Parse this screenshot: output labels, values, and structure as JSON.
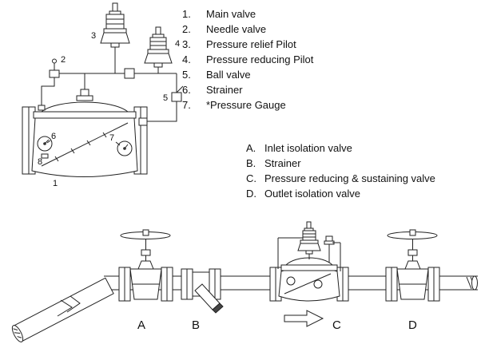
{
  "legends": {
    "components": {
      "items": [
        {
          "num": "1.",
          "label": "Main valve"
        },
        {
          "num": "2.",
          "label": "Needle valve"
        },
        {
          "num": "3.",
          "label": "Pressure relief Pilot"
        },
        {
          "num": "4.",
          "label": "Pressure reducing Pilot"
        },
        {
          "num": "5.",
          "label": "Ball valve"
        },
        {
          "num": "6.",
          "label": "Strainer"
        },
        {
          "num": "7.",
          "label": "*Pressure Gauge"
        }
      ]
    },
    "installation": {
      "items": [
        {
          "num": "A.",
          "label": "Inlet isolation valve"
        },
        {
          "num": "B.",
          "label": "Strainer"
        },
        {
          "num": "C.",
          "label": "Pressure reducing & sustaining valve"
        },
        {
          "num": "D.",
          "label": "Outlet isolation valve"
        }
      ]
    }
  },
  "callouts": {
    "detail": {
      "n1": "1",
      "n2": "2",
      "n3": "3",
      "n4": "4",
      "n5": "5",
      "n6": "6",
      "n7": "7",
      "n8": "8"
    },
    "schematic": {
      "a": "A",
      "b": "B",
      "c": "C",
      "d": "D"
    }
  },
  "colors": {
    "line": "#222222",
    "background": "#ffffff"
  }
}
